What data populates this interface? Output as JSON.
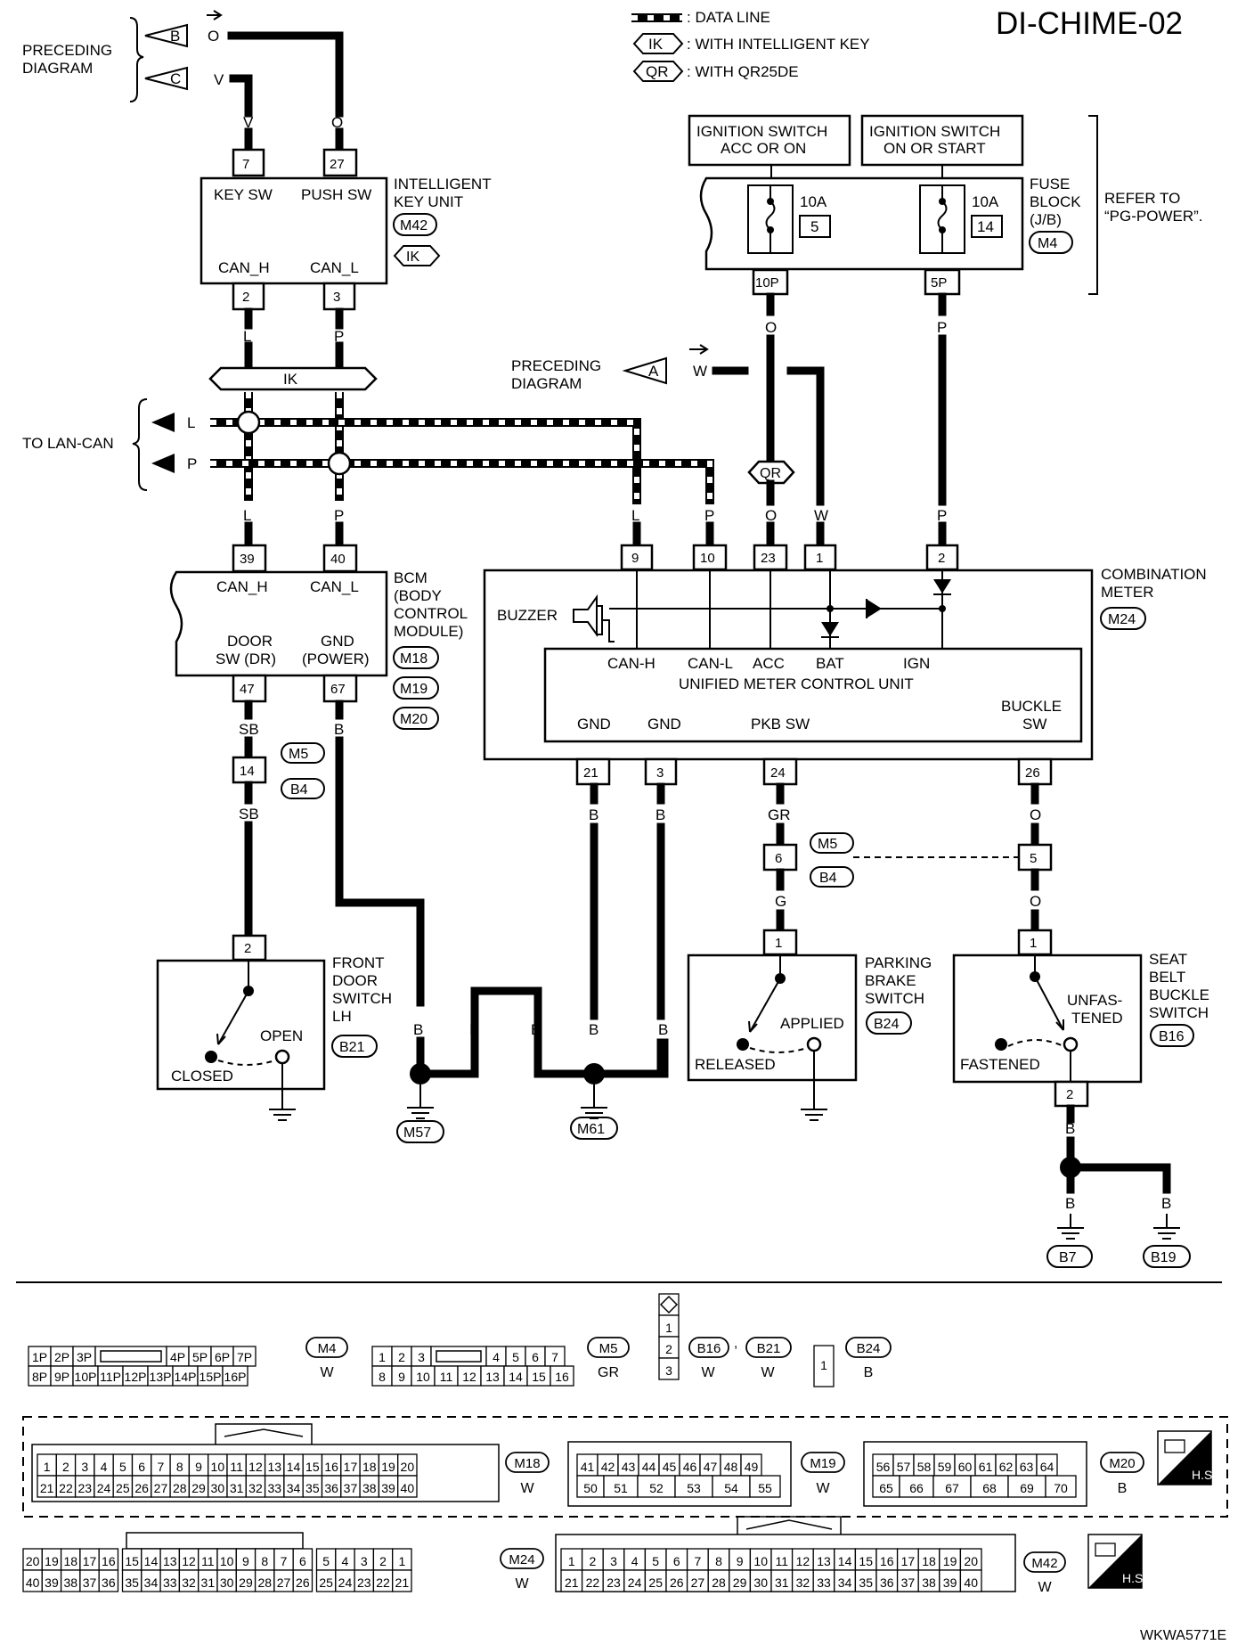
{
  "title": "DI-CHIME-02",
  "figure_code": "WKWA5771E",
  "legend": {
    "data_line": ": DATA LINE",
    "ik_badge": "IK",
    "ik_text": ": WITH INTELLIGENT KEY",
    "qr_badge": "QR",
    "qr_text": ": WITH QR25DE"
  },
  "preceding_diagram": {
    "line1": "PRECEDING",
    "line2": "DIAGRAM",
    "arrow_b": "B",
    "arrow_c": "C",
    "wire_o": "O",
    "wire_v": "V"
  },
  "preceding_diagram_a": {
    "line1": "PRECEDING",
    "line2": "DIAGRAM",
    "arrow_a": "A",
    "wire_w": "W"
  },
  "intelligent_key_unit": {
    "title1": "INTELLIGENT",
    "title2": "KEY UNIT",
    "connector": "M42",
    "ik": "IK",
    "pin_key_sw": "7",
    "pin_push_sw": "27",
    "key_sw": "KEY SW",
    "push_sw": "PUSH SW",
    "can_h": "CAN_H",
    "can_l": "CAN_L",
    "pin_can_h": "2",
    "pin_can_l": "3",
    "wire_v": "V",
    "wire_o": "O",
    "wire_l": "L",
    "wire_p": "P"
  },
  "ik_bar": "IK",
  "lan_can": {
    "label": "TO LAN-CAN",
    "l": "L",
    "p": "P"
  },
  "ignition": {
    "sw1_line1": "IGNITION SWITCH",
    "sw1_line2": "ACC OR ON",
    "sw2_line1": "IGNITION SWITCH",
    "sw2_line2": "ON OR START",
    "fuse1_amp": "10A",
    "fuse1_no": "5",
    "fuse2_amp": "10A",
    "fuse2_no": "14",
    "pin1": "10P",
    "pin2": "5P",
    "fuse_block1": "FUSE",
    "fuse_block2": "BLOCK",
    "fuse_block3": "(J/B)",
    "connector": "M4",
    "refer1": "REFER TO",
    "refer2": "“PG-POWER”.",
    "wire_o": "O",
    "wire_p": "P"
  },
  "bcm": {
    "title1": "BCM",
    "title2": "(BODY",
    "title3": "CONTROL",
    "title4": "MODULE)",
    "conn1": "M18",
    "conn2": "M19",
    "conn3": "M20",
    "pin39": "39",
    "pin40": "40",
    "pin47": "47",
    "pin67": "67",
    "can_h": "CAN_H",
    "can_l": "CAN_L",
    "door1": "DOOR",
    "door2": "SW (DR)",
    "gnd1": "GND",
    "gnd2": "(POWER)",
    "wire_l": "L",
    "wire_p": "P",
    "wire_sb": "SB",
    "wire_b": "B"
  },
  "joint_m5_b4": {
    "pin14": "14",
    "m5": "M5",
    "b4": "B4",
    "wire_sb": "SB"
  },
  "front_door_switch": {
    "title1": "FRONT",
    "title2": "DOOR",
    "title3": "SWITCH",
    "title4": "LH",
    "connector": "B21",
    "pin": "2",
    "open": "OPEN",
    "closed": "CLOSED"
  },
  "combination_meter": {
    "title1": "COMBINATION",
    "title2": "METER",
    "connector": "M24",
    "pins_top": [
      "9",
      "10",
      "23",
      "1",
      "2"
    ],
    "wires_top": [
      "L",
      "P",
      "O",
      "W",
      "P"
    ],
    "qr": "QR",
    "buzzer": "BUZZER",
    "can_h": "CAN-H",
    "can_l": "CAN-L",
    "acc": "ACC",
    "bat": "BAT",
    "ign": "IGN",
    "umcu": "UNIFIED METER CONTROL UNIT",
    "gnd1": "GND",
    "gnd2": "GND",
    "pkb": "PKB SW",
    "buckle1": "BUCKLE",
    "buckle2": "SW",
    "pins_bottom": [
      "21",
      "3",
      "24",
      "26"
    ],
    "wire_b1": "B",
    "wire_b2": "B",
    "wire_gr": "GR",
    "wire_o": "O"
  },
  "joint_m5_b4_2": {
    "pin6": "6",
    "pin5": "5",
    "m5": "M5",
    "b4": "B4",
    "wire_g": "G",
    "wire_o": "O"
  },
  "parking_brake": {
    "title1": "PARKING",
    "title2": "BRAKE",
    "title3": "SWITCH",
    "connector": "B24",
    "pin": "1",
    "applied": "APPLIED",
    "released": "RELEASED"
  },
  "seat_belt": {
    "title1": "SEAT",
    "title2": "BELT",
    "title3": "BUCKLE",
    "title4": "SWITCH",
    "connector": "B16",
    "pin1": "1",
    "pin2": "2",
    "unfas1": "UNFAS-",
    "unfas2": "TENED",
    "fastened": "FASTENED",
    "wire_b": "B"
  },
  "grounds": {
    "m57": "M57",
    "m61": "M61",
    "b7": "B7",
    "b19": "B19",
    "wire_b": "B"
  },
  "connectors": {
    "m4": {
      "label": "M4",
      "color": "W",
      "row1": [
        "1P",
        "2P",
        "3P",
        "",
        "4P",
        "5P",
        "6P",
        "7P"
      ],
      "row2": [
        "8P",
        "9P",
        "10P",
        "11P",
        "12P",
        "13P",
        "14P",
        "15P",
        "16P"
      ]
    },
    "m5": {
      "label": "M5",
      "color": "GR",
      "row1": [
        "1",
        "2",
        "3",
        "",
        "4",
        "5",
        "6",
        "7"
      ],
      "row2": [
        "8",
        "9",
        "10",
        "11",
        "12",
        "13",
        "14",
        "15",
        "16"
      ]
    },
    "b16_b21": {
      "label1": "B16",
      "label2": "B21",
      "color1": "W",
      "color2": "W",
      "pins": [
        "1",
        "2",
        "3"
      ]
    },
    "b24": {
      "label": "B24",
      "color": "B",
      "pin": "1"
    },
    "m18": {
      "label": "M18",
      "color": "W",
      "row1": [
        "1",
        "2",
        "3",
        "4",
        "5",
        "6",
        "7",
        "8",
        "9",
        "10",
        "11",
        "12",
        "13",
        "14",
        "15",
        "16",
        "17",
        "18",
        "19",
        "20"
      ],
      "row2": [
        "21",
        "22",
        "23",
        "24",
        "25",
        "26",
        "27",
        "28",
        "29",
        "30",
        "31",
        "32",
        "33",
        "34",
        "35",
        "36",
        "37",
        "38",
        "39",
        "40"
      ]
    },
    "m19": {
      "label": "M19",
      "color": "W",
      "row1": [
        "41",
        "42",
        "43",
        "44",
        "45",
        "46",
        "47",
        "48",
        "49"
      ],
      "row2": [
        "50",
        "51",
        "52",
        "53",
        "54",
        "55"
      ]
    },
    "m20": {
      "label": "M20",
      "color": "B",
      "row1": [
        "56",
        "57",
        "58",
        "59",
        "60",
        "61",
        "62",
        "63",
        "64"
      ],
      "row2": [
        "65",
        "66",
        "67",
        "68",
        "69",
        "70"
      ]
    },
    "m24": {
      "label": "M24",
      "color": "W",
      "row1": [
        "20",
        "19",
        "18",
        "17",
        "16",
        "15",
        "14",
        "13",
        "12",
        "11",
        "10",
        "9",
        "8",
        "7",
        "6",
        "5",
        "4",
        "3",
        "2",
        "1"
      ],
      "row2": [
        "40",
        "39",
        "38",
        "37",
        "36",
        "35",
        "34",
        "33",
        "32",
        "31",
        "30",
        "29",
        "28",
        "27",
        "26",
        "25",
        "24",
        "23",
        "22",
        "21"
      ]
    },
    "m42": {
      "label": "M42",
      "color": "W",
      "row1": [
        "1",
        "2",
        "3",
        "4",
        "5",
        "6",
        "7",
        "8",
        "9",
        "10",
        "11",
        "12",
        "13",
        "14",
        "15",
        "16",
        "17",
        "18",
        "19",
        "20"
      ],
      "row2": [
        "21",
        "22",
        "23",
        "24",
        "25",
        "26",
        "27",
        "28",
        "29",
        "30",
        "31",
        "32",
        "33",
        "34",
        "35",
        "36",
        "37",
        "38",
        "39",
        "40"
      ]
    },
    "hs": "H.S."
  }
}
